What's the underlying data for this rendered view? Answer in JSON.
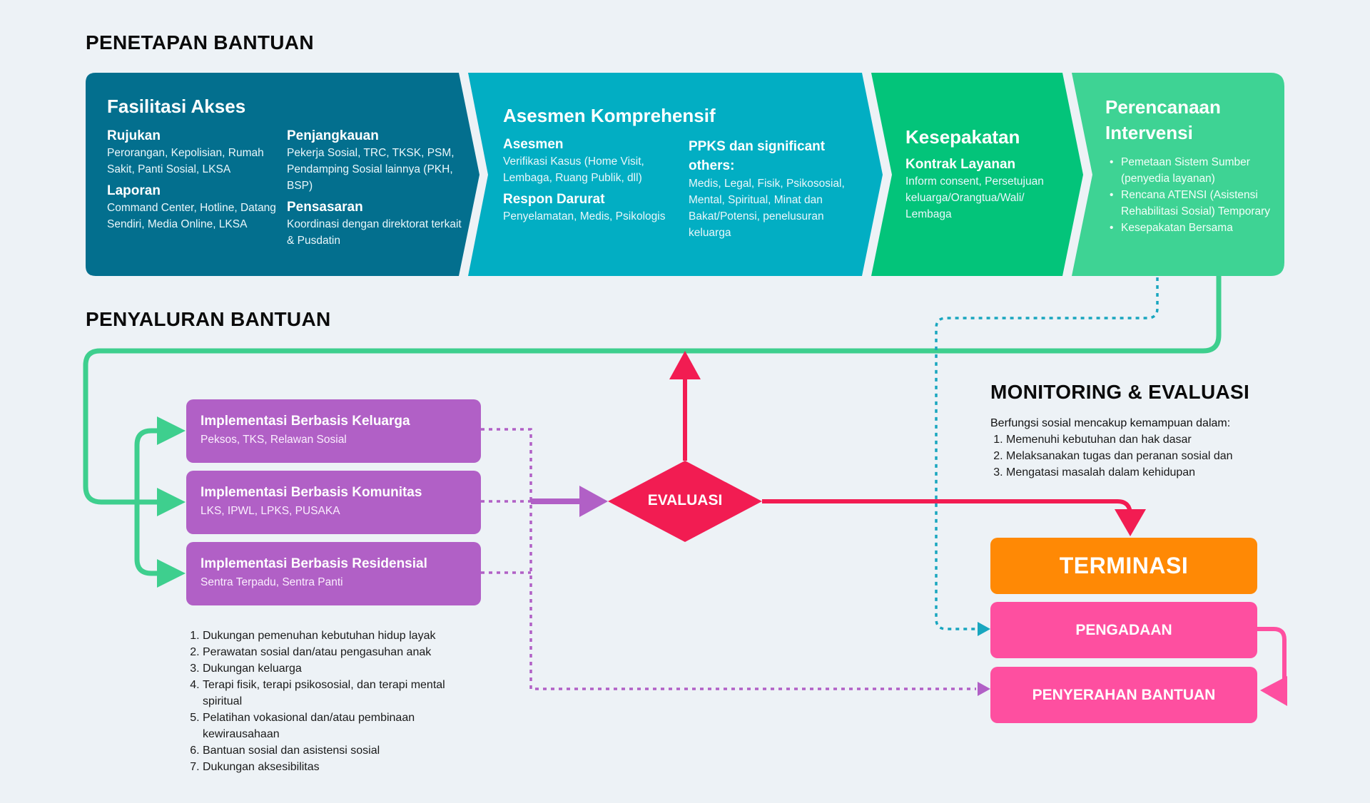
{
  "sections": {
    "penetapan": "PENETAPAN BANTUAN",
    "penyaluran": "PENYALURAN BANTUAN",
    "monitoring": "MONITORING & EVALUASI"
  },
  "stage1": {
    "title": "Fasilitasi Akses",
    "col1": [
      {
        "heading": "Rujukan",
        "text": "Perorangan, Kepolisian, Rumah Sakit, Panti Sosial, LKSA"
      },
      {
        "heading": "Laporan",
        "text": "Command Center, Hotline, Datang Sendiri, Media Online, LKSA"
      }
    ],
    "col2": [
      {
        "heading": "Penjangkauan",
        "text": "Pekerja Sosial, TRC, TKSK, PSM, Pendamping Sosial lainnya (PKH, BSP)"
      },
      {
        "heading": "Pensasaran",
        "text": "Koordinasi dengan direktorat terkait & Pusdatin"
      }
    ]
  },
  "stage2": {
    "title": "Asesmen Komprehensif",
    "col1": [
      {
        "heading": "Asesmen",
        "text": "Verifikasi Kasus (Home Visit, Lembaga, Ruang Publik, dll)"
      },
      {
        "heading": "Respon Darurat",
        "text": "Penyelamatan, Medis, Psikologis"
      }
    ],
    "col2": [
      {
        "heading": "PPKS dan significant others:",
        "text": "Medis, Legal, Fisik, Psikososial, Mental, Spiritual, Minat dan Bakat/Potensi, penelusuran keluarga"
      }
    ]
  },
  "stage3": {
    "title": "Kesepakatan",
    "heading": "Kontrak Layanan",
    "text": "Inform consent, Persetujuan keluarga/Orangtua/Wali/ Lembaga"
  },
  "stage4": {
    "title": "Perencanaan Intervensi",
    "items": [
      "Pemetaan Sistem Sumber (penyedia layanan)",
      "Rencana ATENSI (Asistensi Rehabilitasi Sosial) Temporary",
      "Kesepakatan Bersama"
    ]
  },
  "implementasi": [
    {
      "title": "Implementasi Berbasis Keluarga",
      "sub": "Peksos, TKS, Relawan Sosial"
    },
    {
      "title": "Implementasi Berbasis Komunitas",
      "sub": "LKS, IPWL, LPKS, PUSAKA"
    },
    {
      "title": "Implementasi Berbasis Residensial",
      "sub": "Sentra Terpadu, Sentra Panti"
    }
  ],
  "impl_list": [
    "Dukungan pemenuhan kebutuhan hidup layak",
    "Perawatan sosial dan/atau pengasuhan anak",
    "Dukungan keluarga",
    "Terapi fisik, terapi psikososial, dan terapi mental spiritual",
    "Pelatihan vokasional dan/atau pembinaan kewirausahaan",
    "Bantuan sosial dan asistensi sosial",
    "Dukungan aksesibilitas"
  ],
  "evaluasi": "EVALUASI",
  "monitoring": {
    "intro": "Berfungsi sosial mencakup kemampuan dalam:",
    "items": [
      "Memenuhi kebutuhan dan hak dasar",
      "Melaksanakan tugas dan peranan sosial dan",
      "Mengatasi masalah dalam kehidupan"
    ]
  },
  "terminasi": "TERMINASI",
  "pengadaan": "PENGADAAN",
  "penyerahan": "PENYERAHAN BANTUAN",
  "colors": {
    "stage1": "#036f8e",
    "stage2": "#02aec3",
    "stage3": "#03c47a",
    "stage4": "#3ed394",
    "impl": "#b160c6",
    "evaluasi": "#f21c52",
    "terminasi": "#ff8905",
    "pink": "#fe4fa0",
    "green_line": "#3ecf8e",
    "teal_dash": "#19a6bf"
  }
}
